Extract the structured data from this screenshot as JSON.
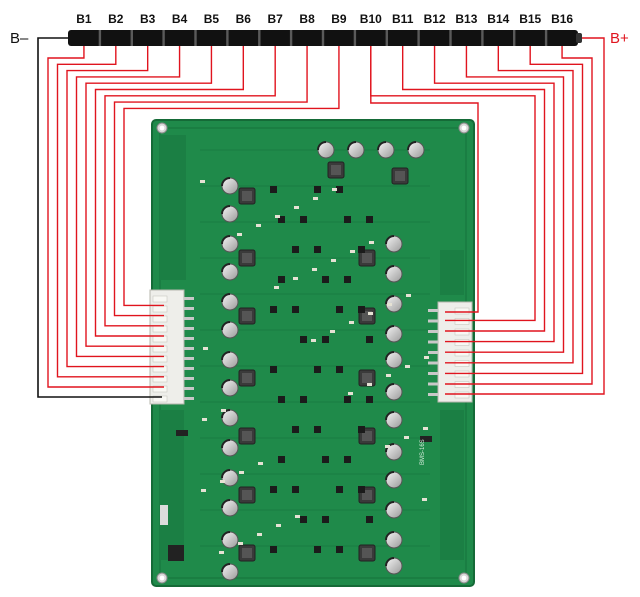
{
  "diagram": {
    "terminal_negative": "B–",
    "terminal_positive": "B+",
    "cell_labels": [
      "B1",
      "B2",
      "B3",
      "B4",
      "B5",
      "B6",
      "B7",
      "B8",
      "B9",
      "B10",
      "B11",
      "B12",
      "B13",
      "B14",
      "B15",
      "B16"
    ],
    "colors": {
      "wire_red": "#e0141e",
      "wire_black": "#111111",
      "battery_bar": "#111111",
      "pcb_green": "#1f8a4a",
      "pcb_dark": "#146b36",
      "connector": "#eeeeea",
      "ic_black": "#1b1b1b",
      "capacitor": "#d8d8d8"
    },
    "board_silkscreen_text": "BMS-16S"
  }
}
